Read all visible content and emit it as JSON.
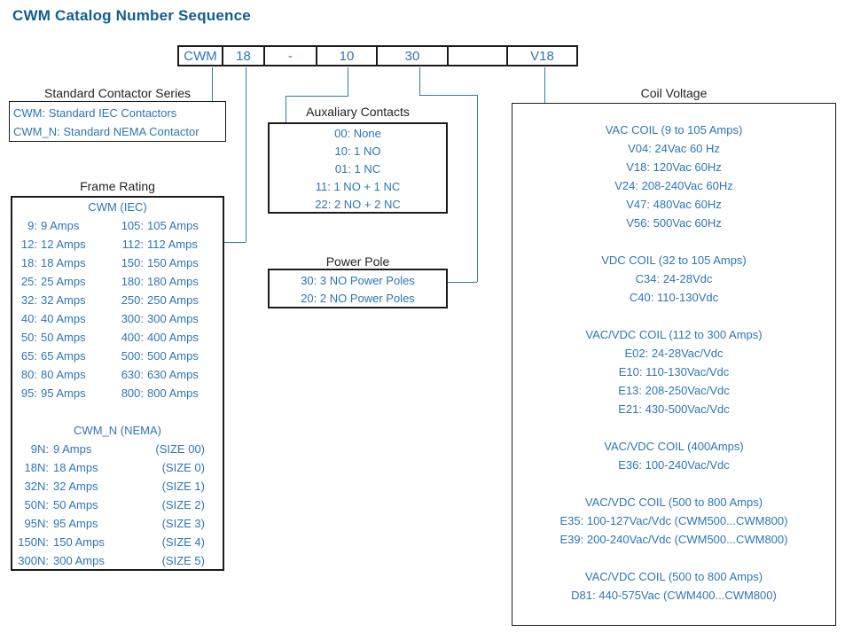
{
  "title": "CWM Catalog Number Sequence",
  "colors": {
    "title_blue": "#115e90",
    "body_blue": "#2e75b9",
    "heading_black": "#232323",
    "connector_line": "#2e7ca8",
    "box_border": "#1b1b1b"
  },
  "catalog_segments": [
    "CWM",
    "18",
    "-",
    "10",
    "30",
    "",
    "V18"
  ],
  "series": {
    "heading": "Standard Contactor Series",
    "rows": [
      "CWM: Standard IEC Contactors",
      "CWM_N: Standard NEMA Contactor"
    ]
  },
  "frame": {
    "heading": "Frame Rating",
    "iec_title": "CWM (IEC)",
    "iec_left": [
      {
        "code": "9:",
        "label": "9 Amps"
      },
      {
        "code": "12:",
        "label": "12 Amps"
      },
      {
        "code": "18:",
        "label": "18 Amps"
      },
      {
        "code": "25:",
        "label": "25  Amps"
      },
      {
        "code": "32:",
        "label": "32  Amps"
      },
      {
        "code": "40:",
        "label": "40 Amps"
      },
      {
        "code": "50:",
        "label": "50 Amps"
      },
      {
        "code": "65:",
        "label": "65  Amps"
      },
      {
        "code": "80:",
        "label": "80 Amps"
      },
      {
        "code": "95:",
        "label": "95  Amps"
      }
    ],
    "iec_right": [
      {
        "code": "105:",
        "label": "105 Amps"
      },
      {
        "code": "112:",
        "label": "112 Amps"
      },
      {
        "code": "150:",
        "label": "150 Amps"
      },
      {
        "code": "180:",
        "label": "180 Amps"
      },
      {
        "code": "250:",
        "label": "250 Amps"
      },
      {
        "code": "300:",
        "label": "300 Amps"
      },
      {
        "code": "400:",
        "label": "400 Amps"
      },
      {
        "code": "500:",
        "label": "500 Amps"
      },
      {
        "code": "630:",
        "label": "630 Amps"
      },
      {
        "code": "800:",
        "label": "800 Amps"
      }
    ],
    "nema_title": "CWM_N (NEMA)",
    "nema_rows": [
      {
        "code": "9N:",
        "label": "9  Amps",
        "size": "(SIZE 00)"
      },
      {
        "code": "18N:",
        "label": "18  Amps",
        "size": "(SIZE 0)"
      },
      {
        "code": "32N:",
        "label": "32  Amps",
        "size": "(SIZE 1)"
      },
      {
        "code": "50N:",
        "label": "50  Amps",
        "size": "(SIZE 2)"
      },
      {
        "code": "95N:",
        "label": "95  Amps",
        "size": "(SIZE 3)"
      },
      {
        "code": "150N:",
        "label": "150  Amps",
        "size": "(SIZE 4)"
      },
      {
        "code": "300N:",
        "label": "300  Amps",
        "size": "(SIZE 5)"
      }
    ]
  },
  "aux": {
    "heading": "Auxaliary Contacts",
    "rows": [
      "00: None",
      "10: 1 NO",
      "01: 1 NC",
      "11: 1 NO + 1 NC",
      "22: 2 NO + 2 NC"
    ]
  },
  "power": {
    "heading": "Power Pole",
    "rows": [
      "30: 3 NO Power Poles",
      "20: 2 NO Power Poles"
    ]
  },
  "coil": {
    "heading": "Coil Voltage",
    "groups": [
      {
        "title": "VAC COIL (9 to 105 Amps)",
        "rows": [
          "V04: 24Vac 60 Hz",
          "V18: 120Vac 60Hz",
          "V24: 208-240Vac 60Hz",
          "V47: 480Vac 60Hz",
          "V56: 500Vac 60Hz"
        ]
      },
      {
        "title": "VDC COIL (32 to 105 Amps)",
        "rows": [
          "C34: 24-28Vdc",
          "C40: 110-130Vdc"
        ]
      },
      {
        "title": "VAC/VDC COIL (112 to 300 Amps)",
        "rows": [
          "E02: 24-28Vac/Vdc",
          "E10: 110-130Vac/Vdc",
          "E13: 208-250Vac/Vdc",
          "E21: 430-500Vac/Vdc"
        ]
      },
      {
        "title": "VAC/VDC COIL (400Amps)",
        "rows": [
          "E36: 100-240Vac/Vdc"
        ]
      },
      {
        "title": "VAC/VDC COIL (500 to 800 Amps)",
        "rows": [
          "E35: 100-127Vac/Vdc (CWM500...CWM800)",
          "E39: 200-240Vac/Vdc (CWM500...CWM800)"
        ]
      },
      {
        "title": "VAC/VDC COIL (500 to 800 Amps)",
        "rows": [
          "D81: 440-575Vac (CWM400...CWM800)"
        ]
      }
    ]
  }
}
